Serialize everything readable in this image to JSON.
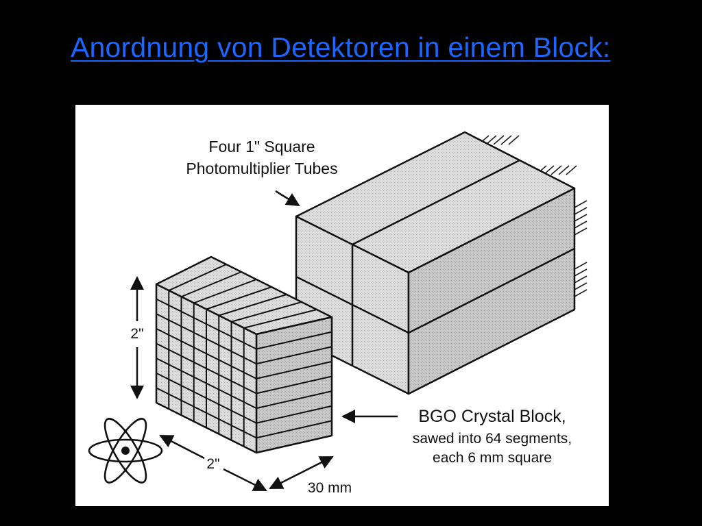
{
  "slide": {
    "title": "Anordnung von Detektoren in einem Block:",
    "title_color": "#1a66ff",
    "background": "#000000"
  },
  "figure": {
    "labels": {
      "pmt_line1": "Four 1\" Square",
      "pmt_line2": "Photomultiplier Tubes",
      "bgo_line1": "BGO Crystal Block,",
      "bgo_line2": "sawed into 64 segments,",
      "bgo_line3": "each 6 mm square",
      "height_dim": "2\"",
      "width_dim": "2\"",
      "depth_dim": "30 mm"
    },
    "grid": {
      "rows": 8,
      "cols": 8
    },
    "icons": [
      "atom-icon"
    ]
  }
}
